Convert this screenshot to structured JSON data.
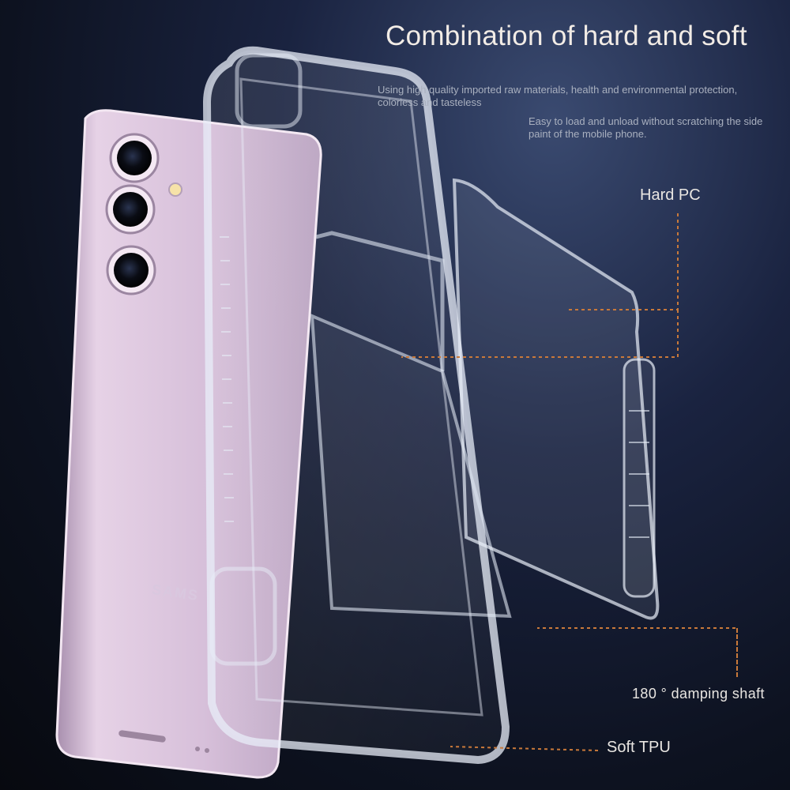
{
  "headline": "Combination of hard and soft",
  "description_lines": [
    "Using high quality imported raw materials, health and environmental protection, colorless and tasteless",
    "Easy to load and unload without scratching the side paint of the mobile phone."
  ],
  "callouts": {
    "hard_pc": "Hard PC",
    "damping_shaft": "180 ° damping shaft",
    "soft_tpu": "Soft TPU"
  },
  "phone_brand": "SAMS",
  "colors": {
    "background": "#0d1220",
    "phone_body": "#d9c3dc",
    "leader_line": "#c9793a",
    "headline_text": "#f2ece6"
  }
}
